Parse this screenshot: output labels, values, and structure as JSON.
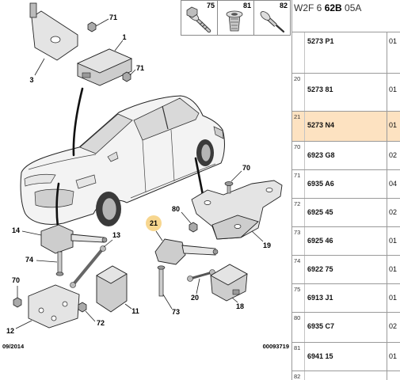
{
  "header": {
    "code_a": "W2F 6",
    "code_b": "62B",
    "code_c": "05A"
  },
  "hardware": [
    {
      "ref": "75",
      "icon": "bolt-icon"
    },
    {
      "ref": "81",
      "icon": "rivet-nut-icon"
    },
    {
      "ref": "82",
      "icon": "rivet-icon"
    }
  ],
  "callouts": {
    "screw_71_top": "71",
    "module_1": "1",
    "screw_71_right": "71",
    "bracket_3": "3",
    "screw_70_right": "70",
    "nut_80": "80",
    "sensor_21": "21",
    "bracket_19": "19",
    "sensor_14": "14",
    "link_13": "13",
    "screw_74": "74",
    "screw_70_left": "70",
    "bracket_11": "11",
    "bracket_12": "12",
    "screw_72": "72",
    "screw_73": "73",
    "link_20": "20",
    "sensor_18": "18"
  },
  "parts": [
    {
      "ref": "",
      "part": "5273 P1",
      "qty": "01",
      "selected": false
    },
    {
      "ref": "20",
      "part": "5273 81",
      "qty": "01",
      "selected": false
    },
    {
      "ref": "21",
      "part": "5273 N4",
      "qty": "01",
      "selected": true
    },
    {
      "ref": "70",
      "part": "6923 G8",
      "qty": "02",
      "selected": false
    },
    {
      "ref": "71",
      "part": "6935 A6",
      "qty": "04",
      "selected": false
    },
    {
      "ref": "72",
      "part": "6925 45",
      "qty": "02",
      "selected": false
    },
    {
      "ref": "73",
      "part": "6925 46",
      "qty": "01",
      "selected": false
    },
    {
      "ref": "74",
      "part": "6922 75",
      "qty": "01",
      "selected": false
    },
    {
      "ref": "75",
      "part": "6913 J1",
      "qty": "01",
      "selected": false
    },
    {
      "ref": "80",
      "part": "6935 C7",
      "qty": "02",
      "selected": false
    },
    {
      "ref": "81",
      "part": "6941 15",
      "qty": "01",
      "selected": false
    },
    {
      "ref": "82",
      "part": "",
      "qty": "",
      "selected": false
    }
  ],
  "footer": {
    "date": "09/2014",
    "doc_ref": "00093719"
  },
  "colors": {
    "selected_row": "#fde2c1",
    "selected_callout": "#f7d68f",
    "grid": "#9a9a9a"
  }
}
